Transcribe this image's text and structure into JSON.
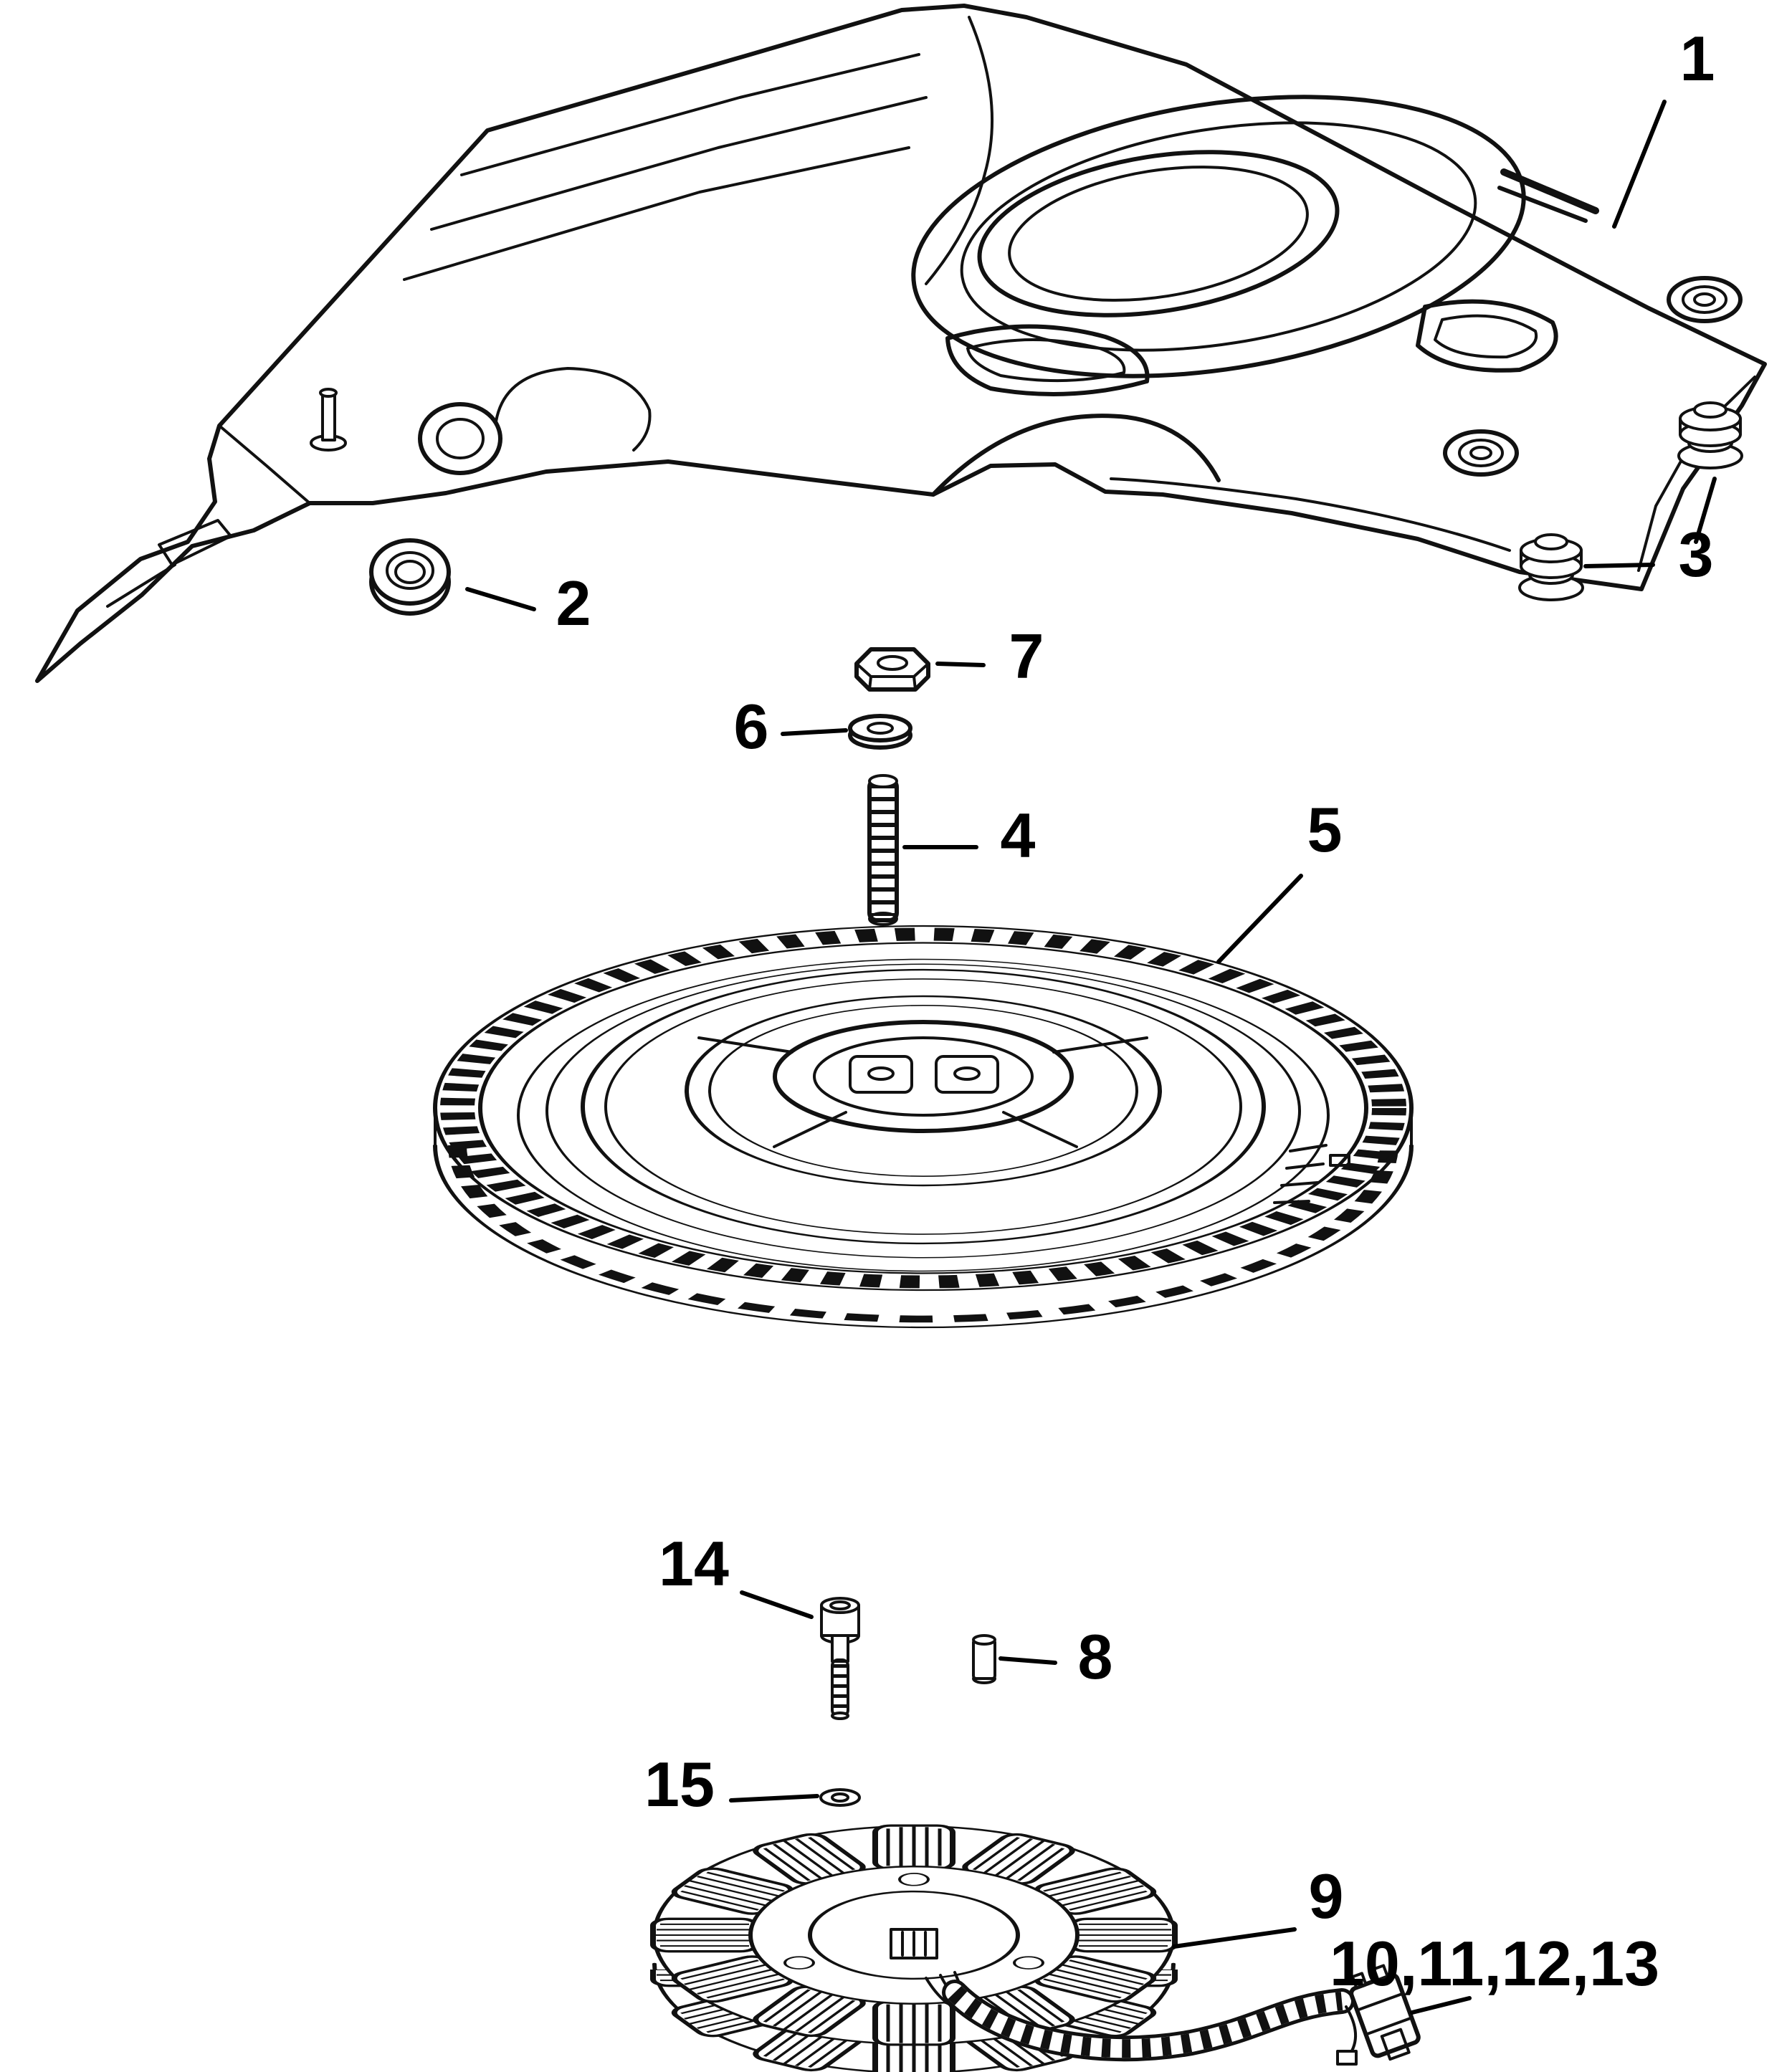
{
  "figure": {
    "background_color": "#ffffff",
    "line_color": "#111111"
  },
  "callouts": {
    "c1": {
      "label": "1"
    },
    "c2": {
      "label": "2"
    },
    "c3": {
      "label": "3"
    },
    "c4": {
      "label": "4"
    },
    "c5": {
      "label": "5"
    },
    "c6": {
      "label": "6"
    },
    "c7": {
      "label": "7"
    },
    "c8": {
      "label": "8"
    },
    "c9": {
      "label": "9"
    },
    "c10_13": {
      "label": "10,11,12,13"
    },
    "c14": {
      "label": "14"
    },
    "c15": {
      "label": "15"
    }
  }
}
